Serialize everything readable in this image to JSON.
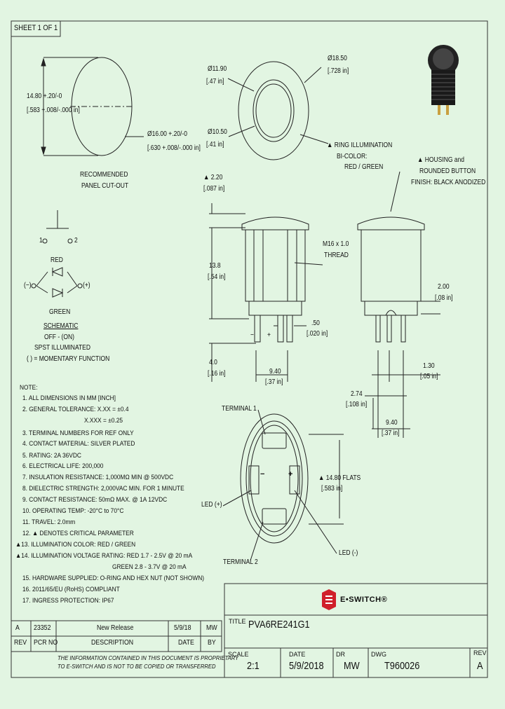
{
  "sheet_label": "SHEET 1 OF 1",
  "cutout": {
    "height_mm": "14.80 +.20/-0",
    "height_in": "[.583 +.008/-.000 in]",
    "diameter_mm": "Ø16.00 +.20/-0",
    "diameter_in": "[.630 +.008/-.000 in]",
    "caption_line1": "RECOMMENDED",
    "caption_line2": "PANEL CUT-OUT"
  },
  "front": {
    "dim_a_mm": "Ø11.90",
    "dim_a_in": "[.47 in]",
    "dim_b_mm": "Ø10.50",
    "dim_b_in": "[.41 in]",
    "dim_c_mm": "Ø18.50",
    "dim_c_in": "[.728 in]",
    "ring_note_1": "▲ RING ILLUMINATION",
    "ring_note_2": "BI-COLOR:",
    "ring_note_3": "RED / GREEN"
  },
  "side": {
    "housing_note_1": "▲ HOUSING and",
    "housing_note_2": "ROUNDED BUTTON",
    "housing_note_3": "FINISH: BLACK ANODIZED",
    "dim_cap_mm": "▲ 2.20",
    "dim_cap_in": "[.087 in]",
    "dim_body_mm": "13.8",
    "dim_body_in": "[.54 in]",
    "thread_1": "M16 x 1.0",
    "thread_2": "THREAD",
    "dim_term_mm": ".50",
    "dim_term_in": "[.020 in]",
    "minus": "−",
    "plus": "+",
    "dim_pin_mm": "4.0",
    "dim_pin_in": "[.16 in]",
    "dim_width_mm": "9.40",
    "dim_width_in": "[.37 in]"
  },
  "side2": {
    "dim_led_mm": "2.00",
    "dim_led_in": "[.08 in]",
    "dim_pitch_mm": "1.30",
    "dim_pitch_in": "[.05 in]",
    "dim_offset_mm": "2.74",
    "dim_offset_in": "[.108 in]",
    "dim_width_mm": "9.40",
    "dim_width_in": "[.37 in]"
  },
  "schematic": {
    "t1": "1",
    "t2": "2",
    "red": "RED",
    "minus": "(−)",
    "plus": "(+)",
    "green": "GREEN",
    "title": "SCHEMATIC",
    "function": "OFF - (ON)",
    "type": "SPST ILLUMINATED",
    "legend": "( ) = MOMENTARY FUNCTION"
  },
  "bottom": {
    "terminal1": "TERMINAL 1",
    "terminal2": "TERMINAL 2",
    "led_plus": "LED (+)",
    "led_minus": "LED (-)",
    "flats_mm": "▲ 14.80 FLATS",
    "flats_in": "[.583 in]",
    "mark_minus": "−",
    "mark_plus": "+"
  },
  "notes": [
    "NOTE:",
    "1. ALL DIMENSIONS IN MM [INCH]",
    "2. GENERAL TOLERANCE: X.XX = ±0.4",
    "X.XXX = ±0.25",
    "3. TERMINAL NUMBERS FOR REF ONLY",
    "4. CONTACT MATERIAL: SILVER PLATED",
    "5. RATING: 2A 36VDC",
    "6. ELECTRICAL LIFE: 200,000",
    "7. INSULATION RESISTANCE: 1,000MΩ MIN @ 500VDC",
    "8. DIELECTRIC STRENGTH: 2,000VAC MIN. FOR 1 MINUTE",
    "9. CONTACT RESISTANCE: 50mΩ MAX. @ 1A 12VDC",
    "10. OPERATING TEMP: -20°C to 70°C",
    "11. TRAVEL: 2.0mm",
    "12. ▲ DENOTES CRITICAL PARAMETER",
    "▲13. ILLUMINATION COLOR: RED / GREEN",
    "▲14. ILLUMINATION VOLTAGE RATING: RED 1.7 - 2.5V @ 20 mA",
    "GREEN 2.8 - 3.7V @ 20 mA",
    "15. HARDWARE SUPPLIED: O-RING AND HEX NUT (NOT SHOWN)",
    "16. 2011/65/EU (RoHS) COMPLIANT",
    "17. INGRESS PROTECTION: IP67"
  ],
  "revision": {
    "rev": "A",
    "pcr": "23352",
    "description": "New Release",
    "date": "5/9/18",
    "by": "MW",
    "h_rev": "REV",
    "h_pcr": "PCR NO",
    "h_desc": "DESCRIPTION",
    "h_date": "DATE",
    "h_by": "BY"
  },
  "disclaimer_1": "THE INFORMATION CONTAINED IN THIS DOCUMENT IS PROPRIETARY",
  "disclaimer_2": "TO E-SWITCH AND IS NOT TO BE COPIED OR TRANSFERRED",
  "title_block": {
    "company": "E•SWITCH®",
    "title_label": "TITLE",
    "part_number": "PVA6RE241G1",
    "scale_label": "SCALE",
    "scale": "2:1",
    "date_label": "DATE",
    "date": "5/9/2018",
    "dr_label": "DR",
    "dr": "MW",
    "dwg_label": "DWG",
    "dwg": "T960026",
    "rev_label": "REV",
    "rev": "A"
  }
}
